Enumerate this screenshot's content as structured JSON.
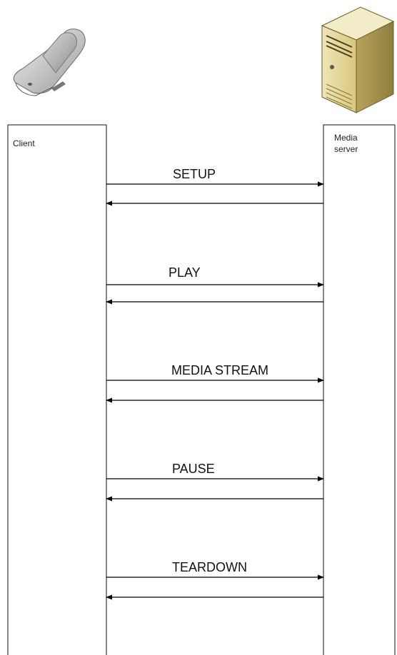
{
  "diagram": {
    "client": {
      "label": "Client",
      "icon": "mobile-phone-icon"
    },
    "server": {
      "label_line1": "Media",
      "label_line2": "server",
      "icon": "server-tower-icon"
    },
    "messages": [
      {
        "label": "SETUP"
      },
      {
        "label": "PLAY"
      },
      {
        "label": "MEDIA STREAM"
      },
      {
        "label": "PAUSE"
      },
      {
        "label": "TEARDOWN"
      }
    ]
  }
}
